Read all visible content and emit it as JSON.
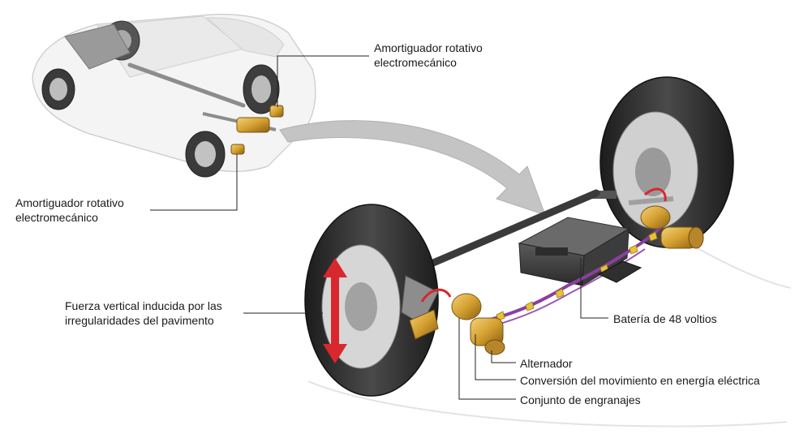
{
  "labels": {
    "top_damper": [
      "Amortiguador rotativo",
      "electromecánico"
    ],
    "left_damper": [
      "Amortiguador rotativo",
      "electromecánico"
    ],
    "vertical_force": [
      "Fuerza vertical inducida por las",
      "irregularidades del pavimento"
    ],
    "battery": "Batería de 48 voltios",
    "alternator": "Alternador",
    "conversion": "Conversión del movimiento en energía eléctrica",
    "gears": "Conjunto de engranajes"
  },
  "colors": {
    "leader_line": "#222222",
    "force_arrow": "#d8272d",
    "flow_arrow": "#b4b4b4",
    "component_gold": "#d4a030",
    "cable_purple": "#8a3fa0",
    "tire": "#2b2b2b"
  },
  "icons": {
    "flow_arrow": "curved-arrow",
    "force_arrow": "double-headed-vertical-arrow"
  }
}
